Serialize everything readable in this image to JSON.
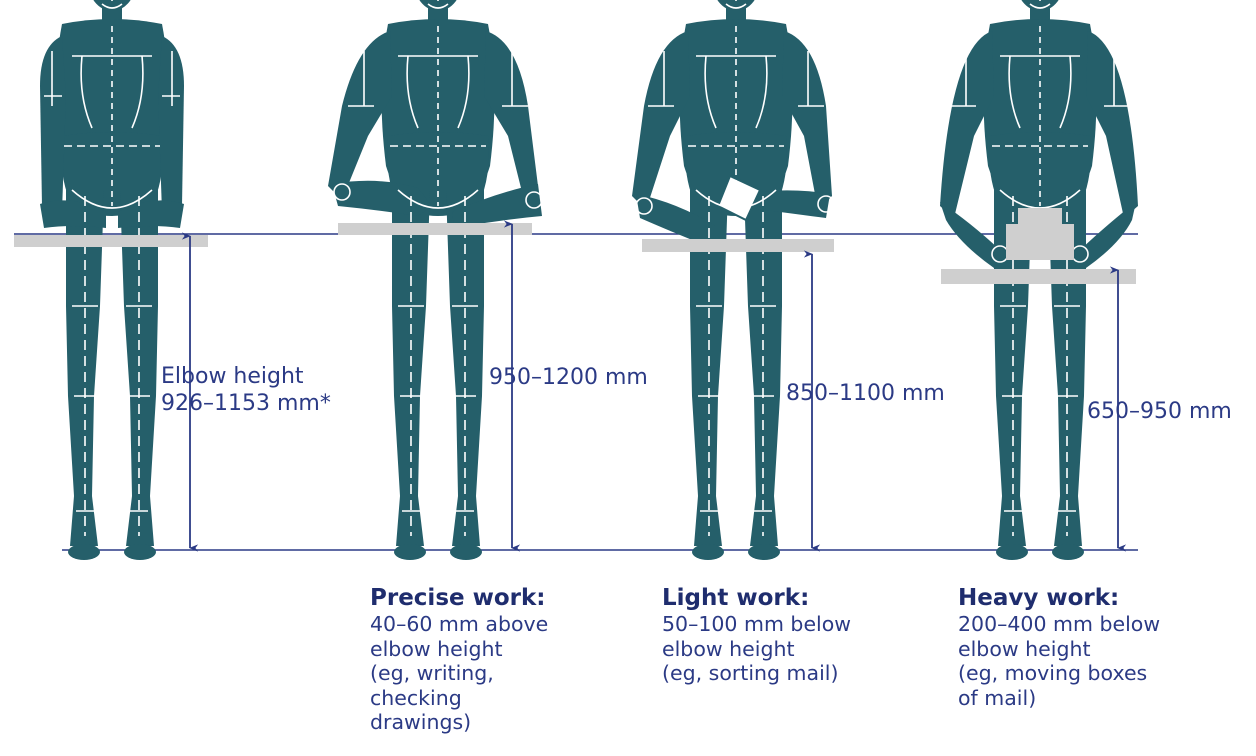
{
  "colors": {
    "figure": "#255f6a",
    "figure_lines": "#ffffff",
    "surface": "#cfcfcf",
    "guide_lines": "#2b3a85",
    "text": "#2b3a85"
  },
  "figure_icon": "standing-mannequin",
  "measures": [
    {
      "lines": [
        "Elbow height",
        "926–1153 mm*"
      ]
    },
    {
      "lines": [
        "950–1200 mm"
      ]
    },
    {
      "lines": [
        "850–1100 mm"
      ]
    },
    {
      "lines": [
        "650–950 mm"
      ]
    }
  ],
  "captions": [
    {
      "heading": "Precise work:",
      "lines": [
        "40–60 mm above",
        "elbow height",
        "(eg, writing,",
        "checking",
        "drawings)"
      ]
    },
    {
      "heading": "Light work:",
      "lines": [
        "50–100 mm below",
        "elbow height",
        "(eg, sorting mail)"
      ]
    },
    {
      "heading": "Heavy work:",
      "lines": [
        "200–400 mm below",
        "elbow height",
        "(eg, moving boxes",
        "of mail)"
      ]
    }
  ]
}
